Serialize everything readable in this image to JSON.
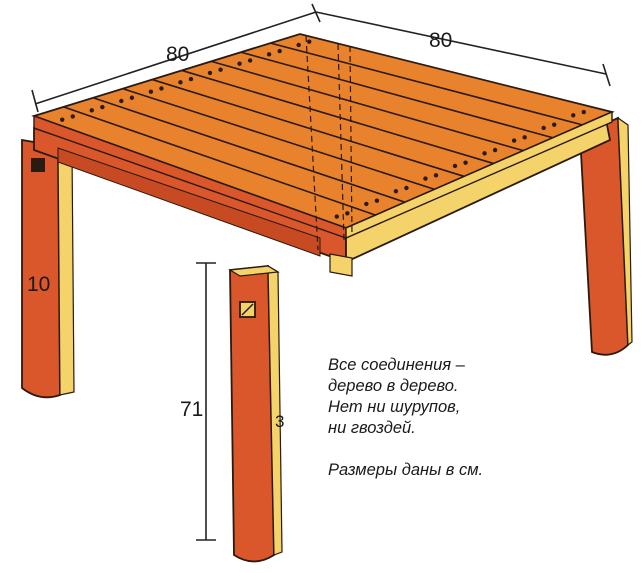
{
  "dimensions": {
    "width_left": "80",
    "width_right": "80",
    "leg_width": "10",
    "leg_height": "71",
    "leg_thickness": "3"
  },
  "notes": {
    "line1": "Все соединения –",
    "line2": "дерево в дерево.",
    "line3": "Нет ни шурупов,",
    "line4": "ни гвоздей.",
    "line5": "Размеры даны в см."
  },
  "colors": {
    "wood_top": "#e9822d",
    "wood_side": "#d9572a",
    "wood_light": "#f3d36a",
    "outline": "#2a1a10"
  }
}
